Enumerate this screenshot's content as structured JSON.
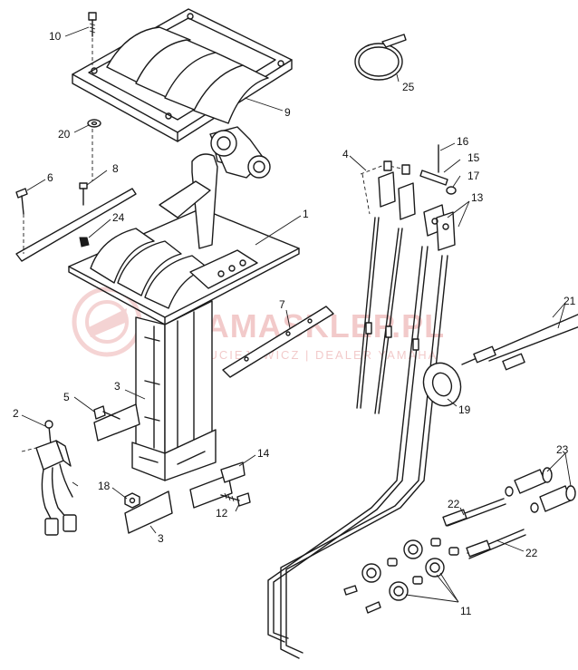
{
  "callouts": [
    {
      "id": "10",
      "label": "10"
    },
    {
      "id": "9",
      "label": "9"
    },
    {
      "id": "20",
      "label": "20"
    },
    {
      "id": "8",
      "label": "8"
    },
    {
      "id": "6",
      "label": "6"
    },
    {
      "id": "24",
      "label": "24"
    },
    {
      "id": "1",
      "label": "1"
    },
    {
      "id": "25",
      "label": "25"
    },
    {
      "id": "4",
      "label": "4"
    },
    {
      "id": "16",
      "label": "16"
    },
    {
      "id": "15",
      "label": "15"
    },
    {
      "id": "17",
      "label": "17"
    },
    {
      "id": "13",
      "label": "13"
    },
    {
      "id": "7",
      "label": "7"
    },
    {
      "id": "21",
      "label": "21"
    },
    {
      "id": "19",
      "label": "19"
    },
    {
      "id": "3a",
      "label": "3"
    },
    {
      "id": "5",
      "label": "5"
    },
    {
      "id": "2",
      "label": "2"
    },
    {
      "id": "14",
      "label": "14"
    },
    {
      "id": "18",
      "label": "18"
    },
    {
      "id": "12",
      "label": "12"
    },
    {
      "id": "3b",
      "label": "3"
    },
    {
      "id": "23",
      "label": "23"
    },
    {
      "id": "22a",
      "label": "22"
    },
    {
      "id": "22b",
      "label": "22"
    },
    {
      "id": "11",
      "label": "11"
    }
  ],
  "watermark": {
    "brand": "YAMASKLEP.PL",
    "tagline": "JUCIEJOWICZ | DEALER YAMAHA",
    "color": "#e8a0a0"
  }
}
